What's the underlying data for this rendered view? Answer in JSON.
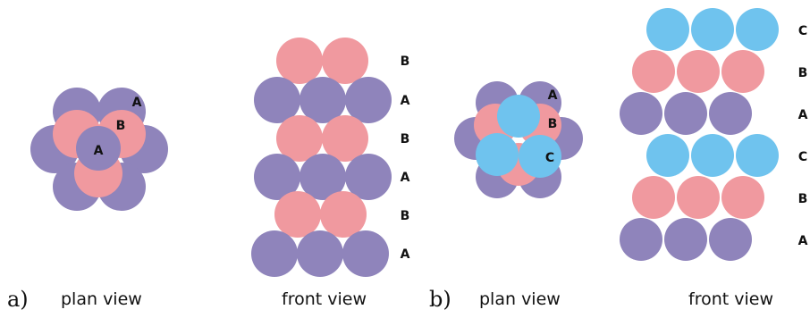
{
  "colors": {
    "A": "#8f84bb",
    "B": "#f0999f",
    "C": "#6fc3ee"
  },
  "panel_a": {
    "letter": "a)",
    "plan_caption": "plan view",
    "front_caption": "front view",
    "plan_labels": [
      "A",
      "B",
      "A"
    ],
    "front_layers": [
      "B",
      "A",
      "B",
      "A",
      "B",
      "A"
    ]
  },
  "panel_b": {
    "letter": "b)",
    "plan_caption": "plan view",
    "front_caption": "front view",
    "plan_labels": [
      "A",
      "B",
      "C"
    ],
    "front_layers": [
      "C",
      "B",
      "A",
      "C",
      "B",
      "A"
    ]
  }
}
